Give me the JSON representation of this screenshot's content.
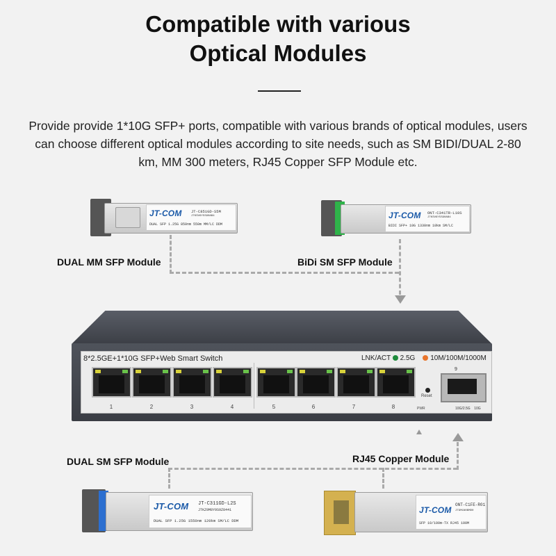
{
  "title": {
    "line1": "Compatible with various",
    "line2": "Optical Modules"
  },
  "description": "Provide provide 1*10G SFP+ ports, compatible with various brands of optical modules, users can choose different optical modules according to site needs, such as SM BIDI/DUAL 2-80 km, MM 300 meters, RJ45 Copper SFP Module etc.",
  "modules": {
    "dual_mm": {
      "label": "DUAL MM SFP Module",
      "brand": "JT-COM",
      "model": "JT-C851GD-S5M",
      "serial": "JTKSV6Y5S90AB4",
      "spec": "DUAL SFP 1.25G 850nm 550m MM/LC DDM"
    },
    "bidi_sm": {
      "label": "BiDi SM SFP Module",
      "brand": "JT-COM",
      "model": "ONT-C341TR-L10S",
      "serial": "JTKSV6Y5S90AB4",
      "spec": "BIDI SFP+ 10G 1330nm 10km SM/LC"
    },
    "dual_sm": {
      "label": "DUAL SM SFP Module",
      "brand": "JT-COM",
      "model": "JT-C311GD-L2S",
      "serial": "JTKZ9M8Y9S9Z8441",
      "spec": "DUAL SFP 1.25G 1550nm 120km SM/LC DDM"
    },
    "rj45": {
      "label": "RJ45 Copper Module",
      "brand": "JT-COM",
      "model": "ONT-C1FE-R01",
      "serial": "JT9M1N0BMD0",
      "spec": "SFP 10/100m-TX RJ45 100M"
    }
  },
  "switch": {
    "name": "8*2.5GE+1*10G SFP+Web Smart Switch",
    "lnk_act": "LNK/ACT",
    "led_25g": "2.5G",
    "led_other": "10M/100M/1000M",
    "ports": [
      "1",
      "2",
      "3",
      "4",
      "5",
      "6",
      "7",
      "8"
    ],
    "sfp_port": "9",
    "sfp_speed_a": "10G/2.5G",
    "sfp_speed_b": "10G",
    "reset": "Reset",
    "pwr": "PWR"
  },
  "colors": {
    "brand": "#1b5aa8",
    "led_green": "#1e8a3c",
    "led_orange": "#e8742b"
  }
}
